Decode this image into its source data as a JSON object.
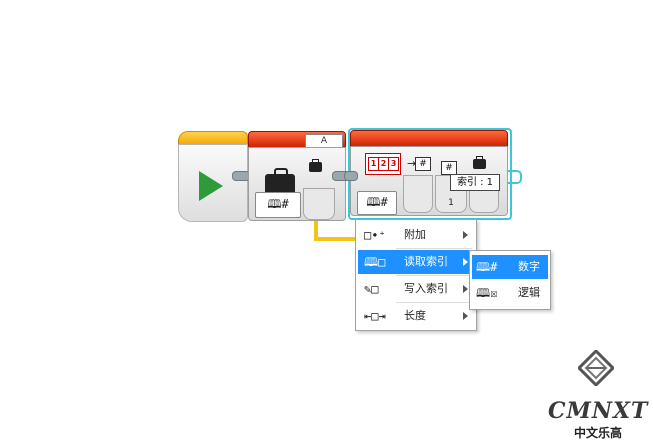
{
  "var_block": {
    "port_label": "A"
  },
  "array_block": {
    "grid_digits": [
      "1",
      "2",
      "3"
    ],
    "tooltip": "索引 : 1",
    "index_value": "1",
    "hash_symbol": "#"
  },
  "menu": {
    "items": [
      {
        "label": "附加",
        "icon": "append-icon"
      },
      {
        "label": "读取索引",
        "icon": "read-index-icon"
      },
      {
        "label": "写入索引",
        "icon": "write-index-icon"
      },
      {
        "label": "长度",
        "icon": "length-icon"
      }
    ]
  },
  "submenu": {
    "items": [
      {
        "label": "数字",
        "icon": "numeric-array-icon"
      },
      {
        "label": "逻辑",
        "icon": "logic-array-icon"
      }
    ]
  },
  "watermark": {
    "title": "CMNXT",
    "subtitle": "中文乐高"
  },
  "colors": {
    "accent": "#1e90ff",
    "selection": "#3ec6d6",
    "wire": "#f0c419",
    "block_red": "#cc1f00",
    "start_green": "#2e9a3a"
  }
}
